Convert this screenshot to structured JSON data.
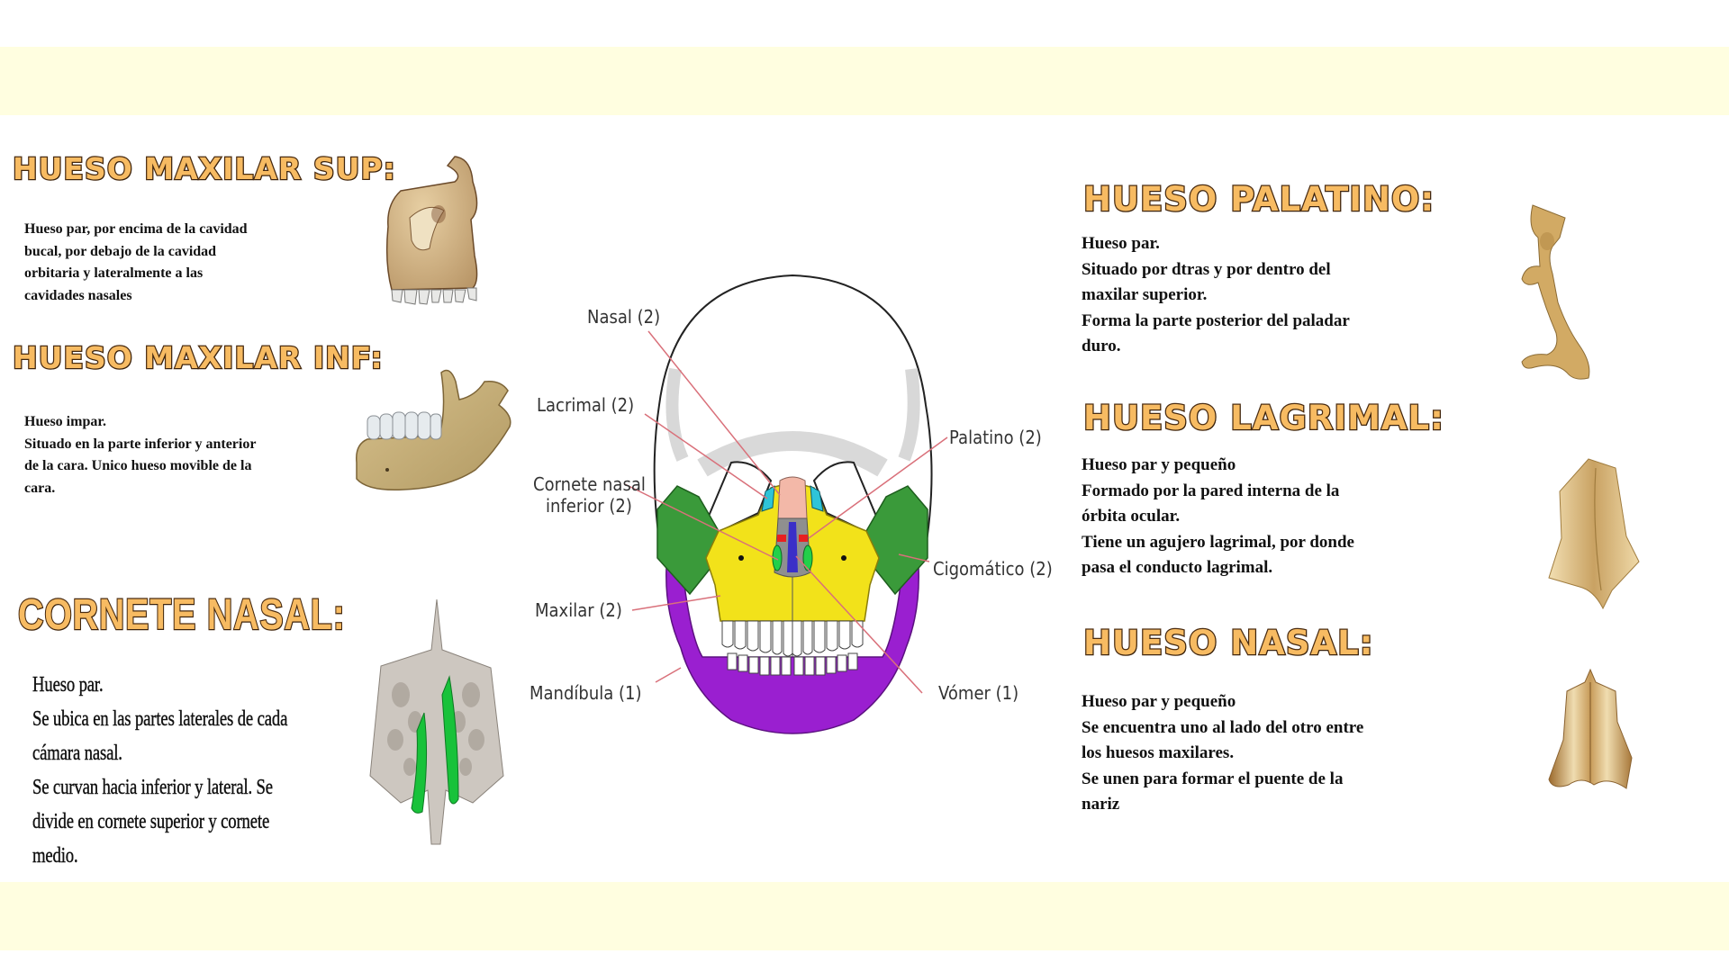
{
  "bands": {
    "color": "#fffee0"
  },
  "sections": {
    "maxilar_sup": {
      "title": "HUESO MAXILAR SUP:",
      "text": "Hueso par, por encima de la cavidad\nbucal, por debajo de la cavidad\norbitaria y lateralmente a las\ncavidades nasales"
    },
    "maxilar_inf": {
      "title": "HUESO MAXILAR INF:",
      "text": "Hueso impar.\nSituado en la parte inferior y anterior\nde la cara. Unico hueso movible de la\ncara."
    },
    "cornete_nasal": {
      "title": "CORNETE NASAL:",
      "text": "Hueso par.\nSe ubica en las partes laterales de cada\ncámara nasal.\nSe curvan hacia inferior y lateral. Se\ndivide en cornete superior y cornete\nmedio."
    },
    "palatino": {
      "title": "HUESO PALATINO:",
      "text": "Hueso par.\nSituado por dtras y por dentro del\nmaxilar superior.\nForma la parte posterior del paladar\nduro."
    },
    "lagrimal": {
      "title": "HUESO LAGRIMAL:",
      "text": "Hueso par y pequeño\nFormado por la pared interna de la\nórbita ocular.\nTiene un agujero lagrimal, por donde\npasa el conducto lagrimal."
    },
    "nasal": {
      "title": "HUESO NASAL:",
      "text": "Hueso par y pequeño\nSe encuentra uno al lado del otro entre\nlos huesos maxilares.\nSe unen para formar el puente de la\nnariz"
    }
  },
  "diagram": {
    "labels": {
      "nasal": "Nasal (2)",
      "lacrimal": "Lacrimal (2)",
      "cornete_line1": "Cornete nasal",
      "cornete_line2": "inferior (2)",
      "maxilar": "Maxilar (2)",
      "mandibula": "Mandíbula (1)",
      "palatino": "Palatino (2)",
      "cigomatico": "Cigomático (2)",
      "vomer": "Vómer (1)"
    },
    "colors": {
      "maxilar": "#f2e21a",
      "cigomatico": "#3a9a3a",
      "mandibula": "#9a1fd0",
      "nasal": "#f3b8a8",
      "lacrimal": "#2ec4d8",
      "vomer": "#3a2fc8",
      "palatino": "#e82020",
      "cornete": "#22d04a",
      "leader": "#d9707a"
    }
  }
}
